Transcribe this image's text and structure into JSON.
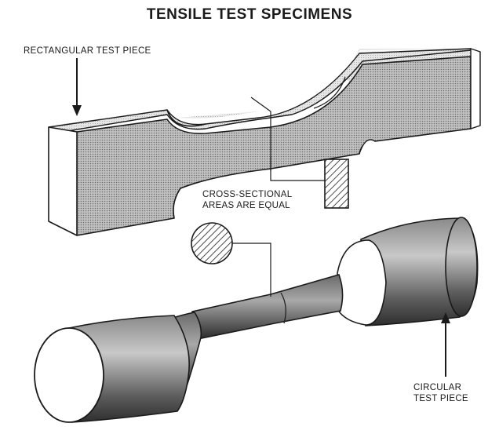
{
  "title": "TENSILE TEST SPECIMENS",
  "labels": {
    "rectangular": "RECTANGULAR TEST PIECE",
    "cross_line1": "CROSS-SECTIONAL",
    "cross_line2": "AREAS ARE EQUAL",
    "circular_line1": "CIRCULAR",
    "circular_line2": "TEST PIECE"
  },
  "colors": {
    "ink": "#1a1a1a",
    "shade_front": "#9a9a9a",
    "shade_top": "#d9d9d9",
    "shade_dark": "#5a5a5a"
  }
}
